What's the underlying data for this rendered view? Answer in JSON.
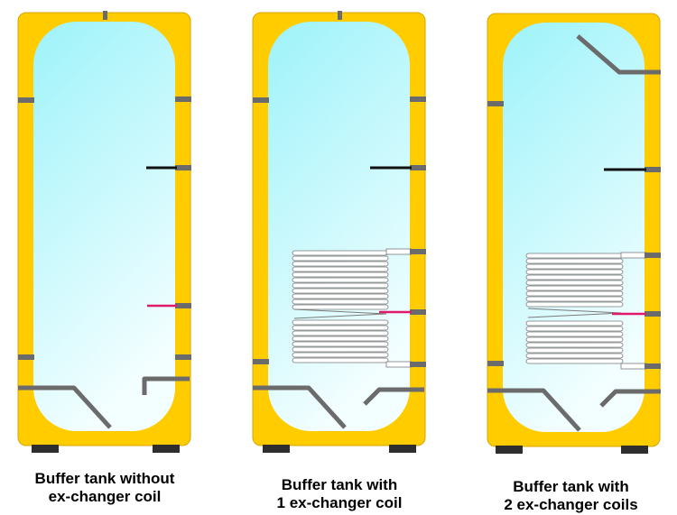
{
  "colors": {
    "jacket": "#FFCC00",
    "jacket_edge": "#D9A400",
    "water_top": "#9DF3FA",
    "water_bottom": "#F2FEFF",
    "pipe": "#6B6B6B",
    "sensor": "#111111",
    "probe": "#E0196A",
    "coil": "#FFFFFF",
    "coil_edge": "#7A7A7A",
    "foot": "#2E2E2E"
  },
  "tanks": [
    {
      "caption_line1": "Buffer tank without",
      "caption_line2": "ex-changer coil",
      "coils": 0
    },
    {
      "caption_line1": "Buffer tank with",
      "caption_line2": "1 ex-changer coil",
      "coils": 1
    },
    {
      "caption_line1": "Buffer tank with",
      "caption_line2": "2 ex-changer coils",
      "coils": 2
    }
  ]
}
